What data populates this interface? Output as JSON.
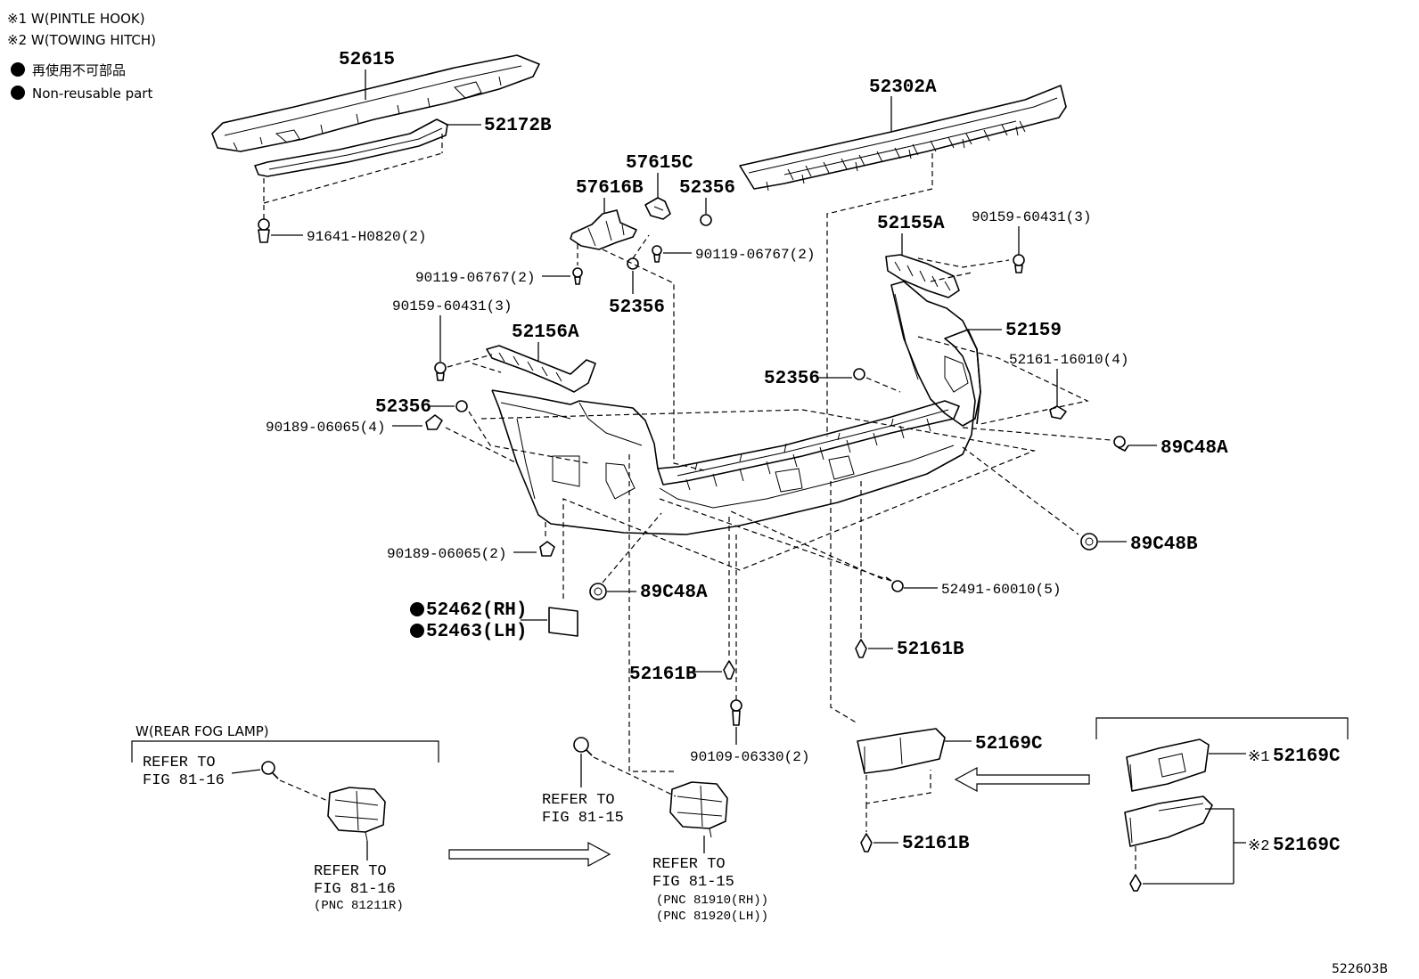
{
  "legend": {
    "note1": "※1 W(PINTLE HOOK)",
    "note2": "※2 W(TOWING HITCH)",
    "jp_label": "再使用不可部品",
    "en_label": "Non-reusable part"
  },
  "parts": {
    "p52615": "52615",
    "p52172B": "52172B",
    "p91641": "91641-H0820(2)",
    "p52302A": "52302A",
    "p57615C": "57615C",
    "p57616B": "57616B",
    "p52356_top": "52356",
    "p90119_right": "90119-06767(2)",
    "p90119_left": "90119-06767(2)",
    "p52356_mid": "52356",
    "p52155A": "52155A",
    "p90159_right": "90159-60431(3)",
    "p90159_left": "90159-60431(3)",
    "p52156A": "52156A",
    "p52159": "52159",
    "p52161_16010": "52161-16010(4)",
    "p52356_right": "52356",
    "p52356_left": "52356",
    "p90189_4": "90189-06065(4)",
    "p89C48A_right": "89C48A",
    "p89C48B": "89C48B",
    "p90189_2": "90189-06065(2)",
    "p89C48A_left": "89C48A",
    "p52462": "52462(RH)",
    "p52463": "52463(LH)",
    "p52491": "52491-60010(5)",
    "p52161B_mid": "52161B",
    "p52161B_left": "52161B",
    "p90109": "90109-06330(2)",
    "p52169C_main": "52169C",
    "p52161B_bottom": "52161B",
    "p52169C_1": "52169C",
    "p52169C_2": "52169C",
    "mark1": "※1",
    "mark2": "※2"
  },
  "fog_lamp": {
    "title": "W(REAR FOG LAMP)",
    "ref1_line1": "REFER TO",
    "ref1_line2": "FIG 81-16",
    "ref2_line1": "REFER TO",
    "ref2_line2": "FIG 81-16",
    "ref2_pnc": "(PNC 81211R)"
  },
  "lamp_right": {
    "ref_top_line1": "REFER TO",
    "ref_top_line2": "FIG 81-15",
    "ref_bottom_line1": "REFER TO",
    "ref_bottom_line2": "FIG 81-15",
    "pnc_rh": "(PNC 81910(RH))",
    "pnc_lh": "(PNC 81920(LH))"
  },
  "illustration_code": "522603B"
}
